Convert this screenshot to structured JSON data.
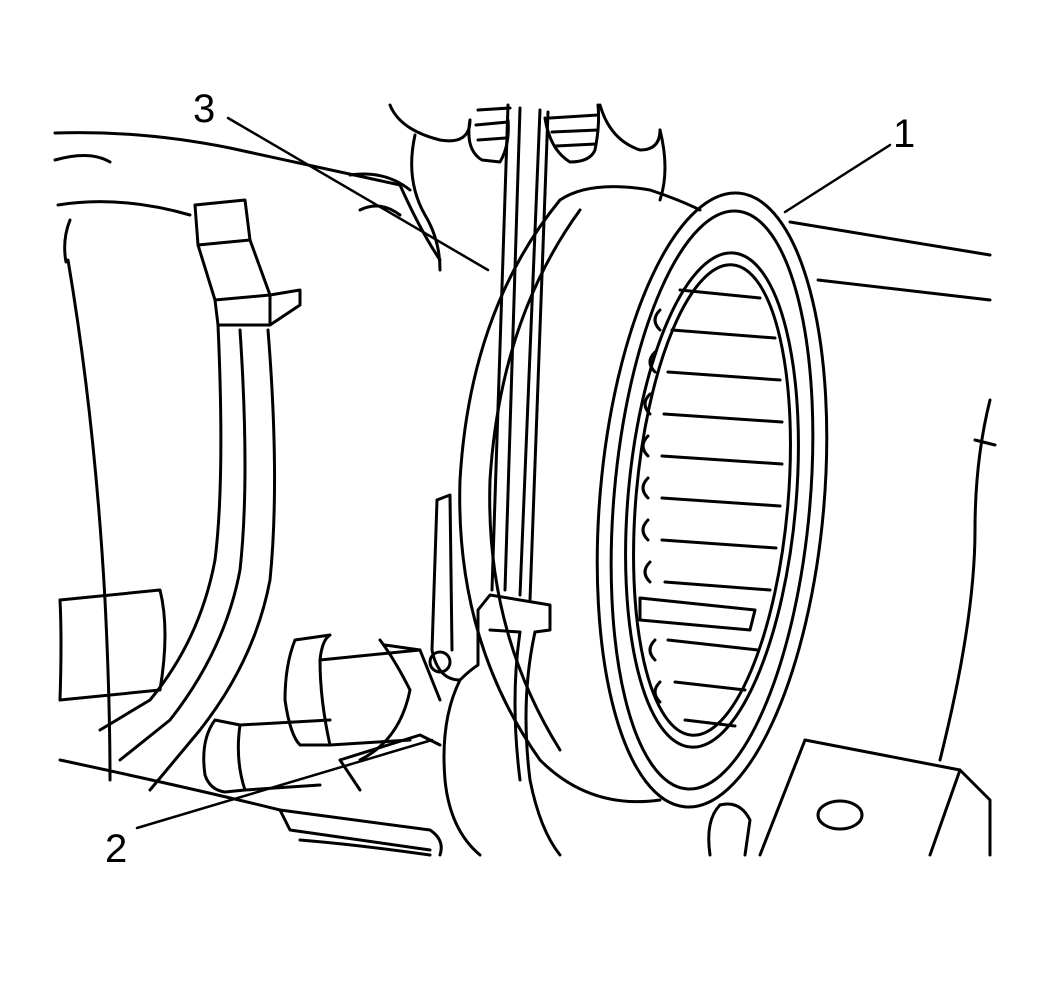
{
  "colors": {
    "line": "#000000",
    "background": "#ffffff"
  },
  "callouts": [
    {
      "id": "1",
      "label": "1"
    },
    {
      "id": "2",
      "label": "2"
    },
    {
      "id": "3",
      "label": "3"
    }
  ]
}
